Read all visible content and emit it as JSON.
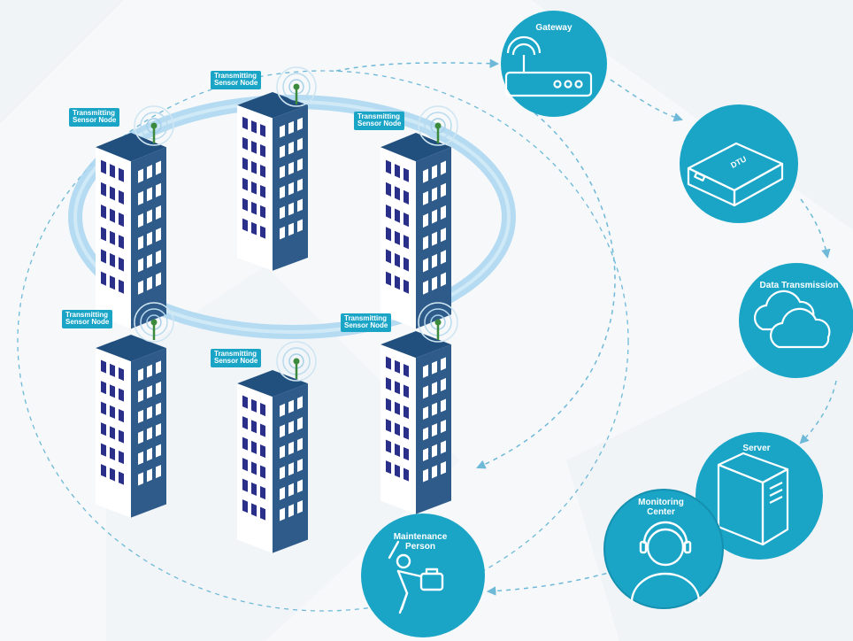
{
  "colors": {
    "background": "#f6f8fa",
    "circle": "#1aa5c7",
    "circle_dark": "#1590b0",
    "building_front": "#ffffff",
    "building_side": "#2e5b8a",
    "building_roof": "#22507e",
    "window": "#2a2f8a",
    "ring": "#a9d6f0",
    "dashed_line": "#6fb9d8",
    "antenna": "#3c8a3c"
  },
  "sensor_label": "Transmitting\nSensor Node",
  "flow": {
    "gateway": "Gateway",
    "gateway_icon": "router-icon",
    "dtu": "DTU",
    "dtu_icon": "dtu-box-icon",
    "data_transmission": "Data Transmission",
    "data_transmission_icon": "cloud-icon",
    "server": "Server",
    "server_icon": "server-tower-icon",
    "monitoring_center": "Monitoring\nCenter",
    "monitoring_center_icon": "operator-headset-icon",
    "maintenance_person": "Maintenance\nPerson",
    "maintenance_person_icon": "worker-icon"
  }
}
